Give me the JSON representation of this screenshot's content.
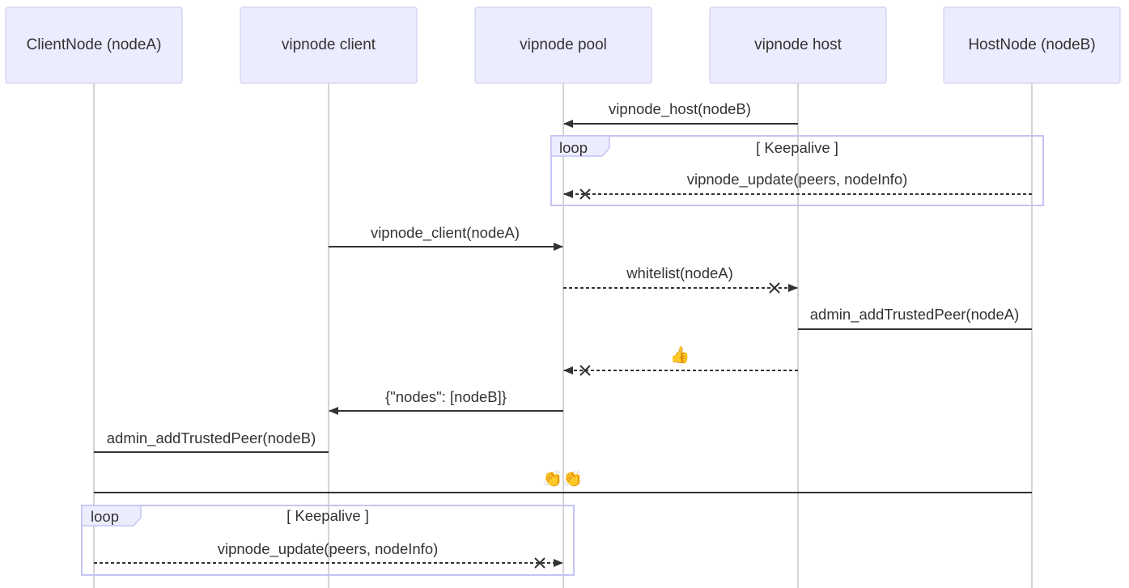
{
  "actors": [
    {
      "id": "a0",
      "label": "ClientNode (nodeA)"
    },
    {
      "id": "a1",
      "label": "vipnode client"
    },
    {
      "id": "a2",
      "label": "vipnode pool"
    },
    {
      "id": "a3",
      "label": "vipnode host"
    },
    {
      "id": "a4",
      "label": "HostNode (nodeB)"
    }
  ],
  "messages": [
    {
      "label": "vipnode_host(nodeB)",
      "from": "a3",
      "to": "a2",
      "style": "solid",
      "head": "arrow"
    },
    {
      "label": "vipnode_update(peers, nodeInfo)",
      "from": "a4",
      "to": "a2",
      "style": "dotted",
      "head": "arrow-cross"
    },
    {
      "label": "vipnode_client(nodeA)",
      "from": "a1",
      "to": "a2",
      "style": "solid",
      "head": "arrow"
    },
    {
      "label": "whitelist(nodeA)",
      "from": "a2",
      "to": "a3",
      "style": "dotted",
      "head": "arrow-cross"
    },
    {
      "label": "admin_addTrustedPeer(nodeA)",
      "from": "a3",
      "to": "a4",
      "style": "solid",
      "head": "none"
    },
    {
      "label": "👍",
      "from": "a3",
      "to": "a2",
      "style": "dotted",
      "head": "arrow-cross",
      "emoji": true
    },
    {
      "label": "{\"nodes\": [nodeB]}",
      "from": "a2",
      "to": "a1",
      "style": "solid",
      "head": "arrow"
    },
    {
      "label": "admin_addTrustedPeer(nodeB)",
      "from": "a1",
      "to": "a0",
      "style": "solid",
      "head": "none"
    },
    {
      "label": "👏👏",
      "from": "a0",
      "to": "a4",
      "style": "solid",
      "head": "none",
      "emoji": true
    },
    {
      "label": "vipnode_update(peers, nodeInfo)",
      "from": "a0",
      "to": "a2",
      "style": "dotted",
      "head": "arrow-cross"
    }
  ],
  "loops": [
    {
      "title": "loop",
      "label": "[ Keepalive ]"
    },
    {
      "title": "loop",
      "label": "[ Keepalive ]"
    }
  ],
  "colors": {
    "actor_fill": "#ececff",
    "actor_border": "#c9c9f2",
    "loop_border": "#c4c4f5",
    "line": "#333333",
    "lifeline": "#a9a9a9"
  }
}
